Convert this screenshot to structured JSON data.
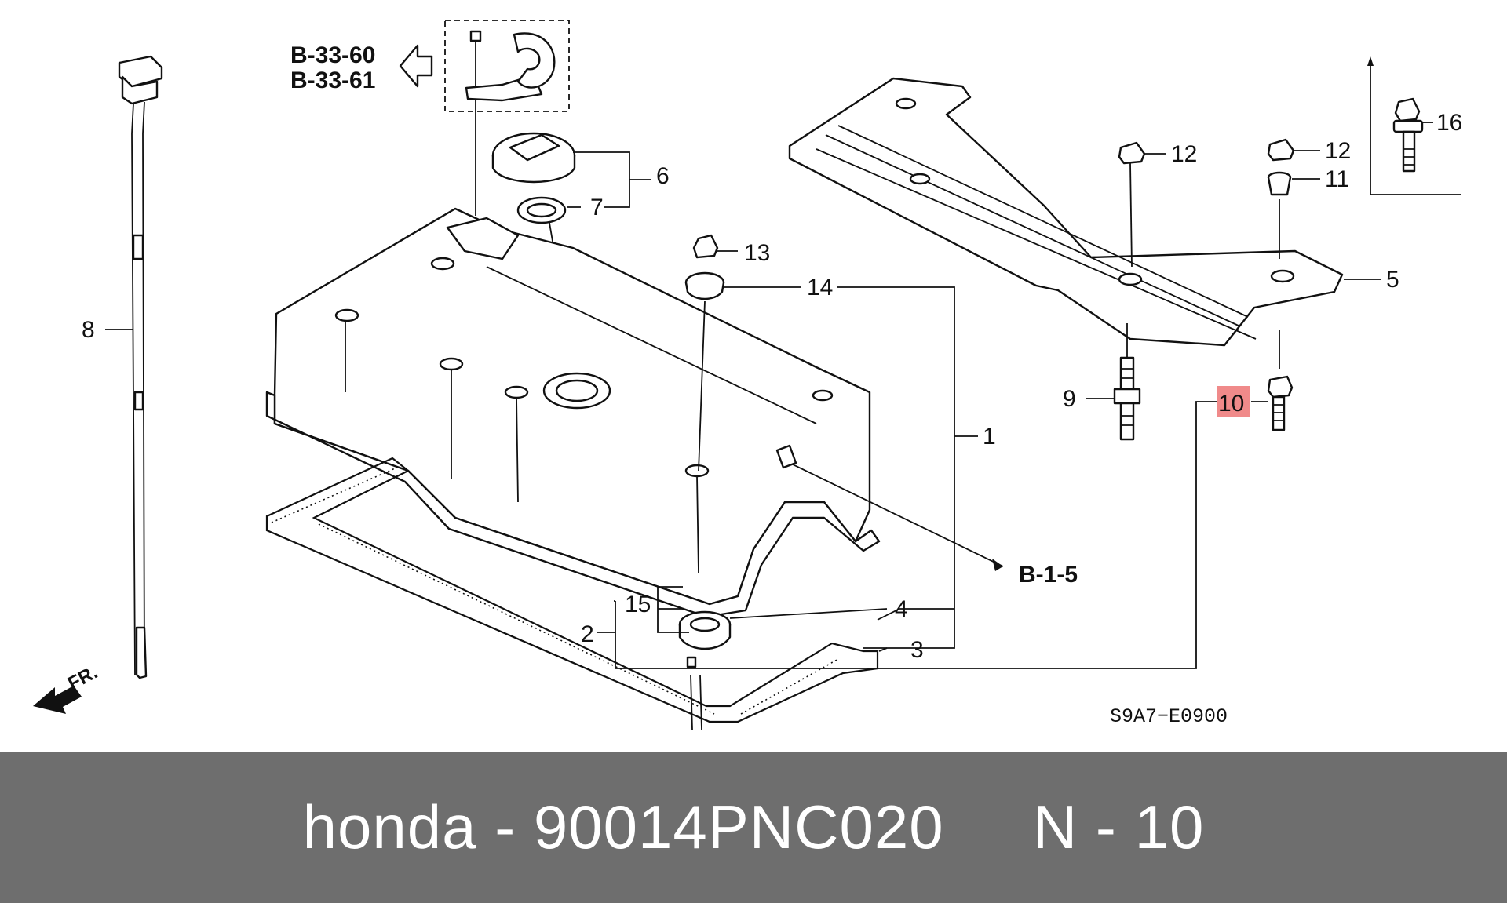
{
  "diagram": {
    "callouts": {
      "c1": "1",
      "c2": "2",
      "c3": "3",
      "c4": "4",
      "c5": "5",
      "c6": "6",
      "c7": "7",
      "c8": "8",
      "c9": "9",
      "c10": "10",
      "c11": "11",
      "c12a": "12",
      "c12b": "12",
      "c13": "13",
      "c14": "14",
      "c15": "15",
      "c16": "16"
    },
    "highlighted_callout": "10",
    "highlight_color": "#f08a8a",
    "references": {
      "ref_a": "B-33-60",
      "ref_b": "B-33-61",
      "ref_c": "B-1-5",
      "fr_label": "FR."
    },
    "diagram_code": "S9A7−E0900"
  },
  "footer": {
    "text": "honda - 90014PNC020     N - 10",
    "background": "#6e6e6e"
  }
}
